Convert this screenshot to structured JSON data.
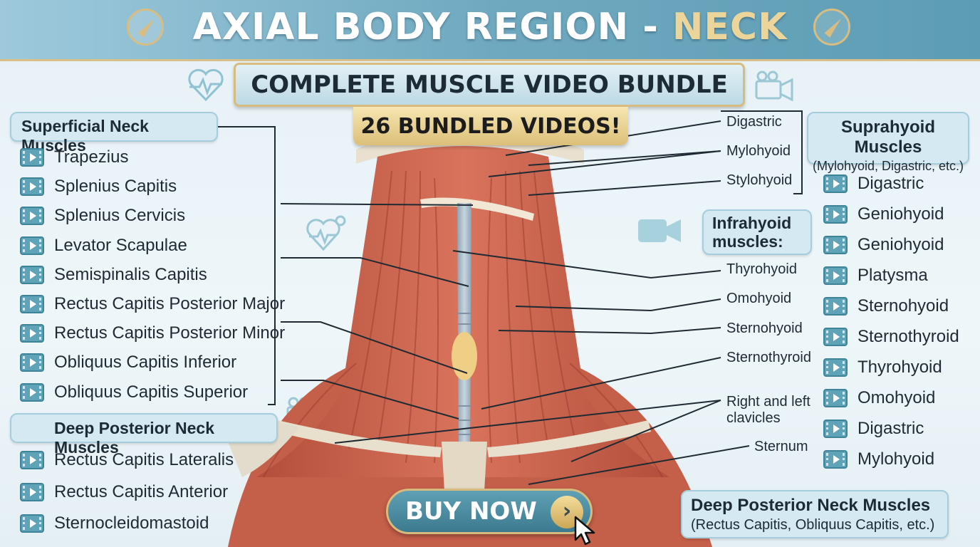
{
  "header": {
    "title_main": "AXIAL BODY REGION - ",
    "title_accent": "NECK"
  },
  "banner": {
    "bundle": "COMPLETE MUSCLE VIDEO BUNDLE",
    "videos": "26 BUNDLED VIDEOS!"
  },
  "left_panel": {
    "superficial_title": "Superficial Neck Muscles",
    "superficial_items": [
      "Trapezius",
      "Splenius Capitis",
      "Splenius Cervicis",
      "Levator Scapulae",
      "Semispinalis Capitis",
      "Rectus Capitis Posterior Major",
      "Rectus Capitis Posterior Minor",
      "Obliquus Capitis Inferior",
      "Obliquus Capitis Superior"
    ],
    "deep_title": "Deep Posterior Neck Muscles",
    "deep_items": [
      "Rectus Capitis Lateralis",
      "Rectus Capitis Anterior",
      "Sternocleidomastoid"
    ]
  },
  "center_labels": {
    "digastric": "Digastric",
    "mylohyoid": "Mylohyoid",
    "stylohyoid": "Stylohyoid",
    "infra_title": "Infrahyoid muscles:",
    "thyrohyoid": "Thyrohyoid",
    "omohyoid": "Omohyoid",
    "sternohyoid": "Sternohyoid",
    "sternothyroid": "Sternothyroid",
    "clavicles": "Right and left clavicles",
    "sternum": "Sternum"
  },
  "right_panel": {
    "supra_title": "Suprahyoid Muscles",
    "supra_subtitle": "(Mylohyoid, Digastric, etc.)",
    "items": [
      "Digastric",
      "Geniohyoid",
      "Geniohyoid",
      "Platysma",
      "Sternohyoid",
      "Sternothyroid",
      "Thyrohyoid",
      "Omohyoid",
      "Digastric",
      "Mylohyoid"
    ],
    "deep_title": "Deep Posterior Neck Muscles",
    "deep_subtitle": "(Rectus Capitis, Obliquus Capitis, etc.)"
  },
  "cta": {
    "buy_label": "BUY NOW",
    "arrow": "›"
  },
  "colors": {
    "header_blue": "#6fa9c0",
    "gold": "#d7bb7f",
    "muscle": "#c9614c",
    "icon_teal": "#5ea3b7"
  },
  "icons": [
    "compass-icon",
    "heart-pulse-icon",
    "video-camera-icon",
    "stethoscope-heart-icon",
    "hand-heart-icon",
    "cursor-icon",
    "video-play-icon"
  ]
}
